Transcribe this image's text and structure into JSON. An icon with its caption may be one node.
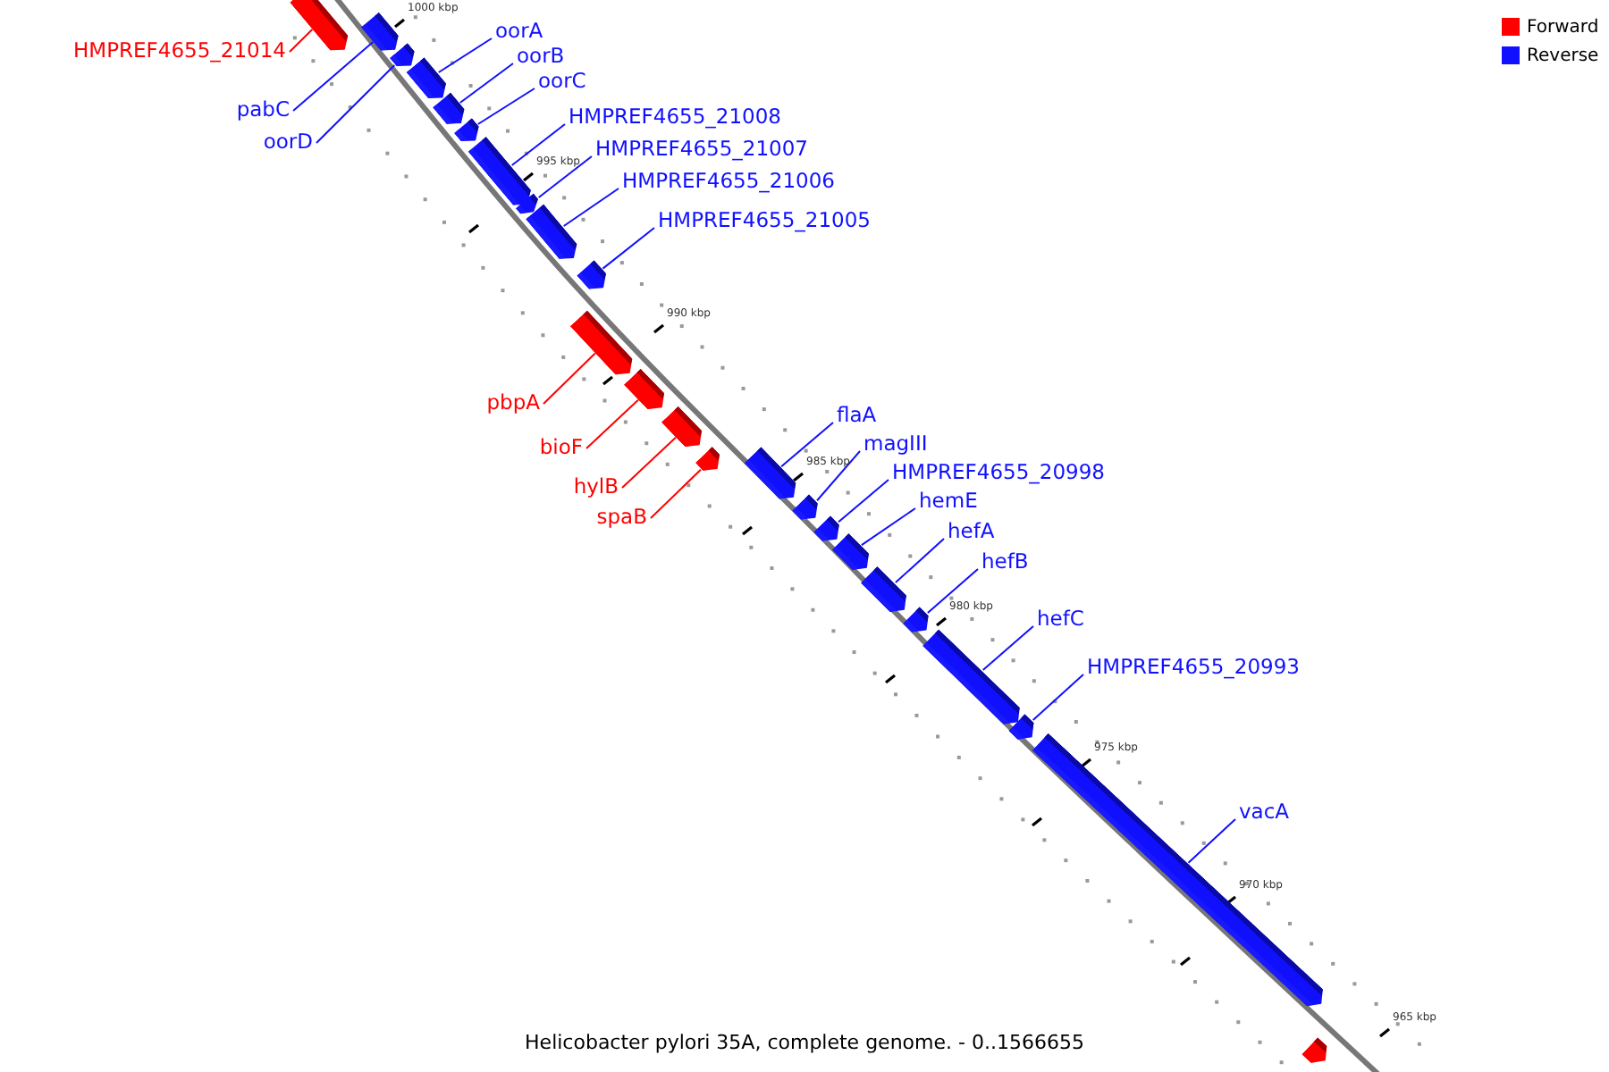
{
  "diagram": {
    "caption": "Helicobacter pylori 35A, complete genome. - 0..1566655",
    "nodes": [
      {
        "text": [
          "HMPREF4655_21014"
        ]
      },
      {
        "text": [
          "pabC"
        ]
      },
      {
        "text": [
          "oorD"
        ]
      },
      {
        "text": [
          "oorA"
        ]
      },
      {
        "text": [
          "oorB"
        ]
      },
      {
        "text": [
          "oorC"
        ]
      },
      {
        "text": [
          "HMPREF4655_21008"
        ]
      },
      {
        "text": [
          "HMPREF4655_21007"
        ]
      },
      {
        "text": [
          "HMPREF4655_21006"
        ]
      },
      {
        "text": [
          "HMPREF4655_21005"
        ]
      },
      {
        "text": [
          "pbpA"
        ]
      },
      {
        "text": [
          "bioF"
        ]
      },
      {
        "text": [
          "hylB"
        ]
      },
      {
        "text": [
          "spaB"
        ]
      },
      {
        "text": [
          "flaA"
        ]
      },
      {
        "text": [
          "magIII"
        ]
      },
      {
        "text": [
          "HMPREF4655_20998"
        ]
      },
      {
        "text": [
          "hemE"
        ]
      },
      {
        "text": [
          "hefA"
        ]
      },
      {
        "text": [
          "hefB"
        ]
      },
      {
        "text": [
          "hefC"
        ]
      },
      {
        "text": [
          "HMPREF4655_20993"
        ]
      },
      {
        "text": [
          "vacA"
        ]
      },
      {
        "text": [],
        "shape": "bar"
      },
      {
        "text": [],
        "shape": "bar"
      },
      {
        "text": [],
        "shape": "bar"
      },
      {
        "text": [],
        "shape": "bar"
      },
      {
        "text": [],
        "shape": "bar"
      },
      {
        "text": [],
        "shape": "bar"
      },
      {
        "text": [],
        "shape": "bar"
      },
      {
        "text": [],
        "shape": "bar"
      },
      {
        "text": [],
        "shape": "bar"
      },
      {
        "text": [],
        "shape": "bar"
      },
      {
        "text": [],
        "shape": "bar"
      },
      {
        "text": [],
        "shape": "bar"
      },
      {
        "text": [],
        "shape": "bar"
      },
      {
        "text": [],
        "shape": "bar"
      },
      {
        "text": [],
        "shape": "bar"
      },
      {
        "text": [],
        "shape": "bar"
      },
      {
        "text": [],
        "shape": "bar"
      },
      {
        "text": [],
        "shape": "bar"
      },
      {
        "text": [],
        "shape": "bar"
      },
      {
        "text": [],
        "shape": "bar"
      },
      {
        "text": [],
        "shape": "bar"
      },
      {
        "text": [],
        "shape": "bar"
      },
      {
        "text": [],
        "shape": "bar"
      },
      {
        "text": [],
        "shape": "bar"
      }
    ],
    "edges": [
      {
        "from": 0,
        "to": 23,
        "arrow": "none",
        "color": "#ff0000"
      },
      {
        "from": 1,
        "to": 24,
        "arrow": "none"
      },
      {
        "from": 2,
        "to": 25,
        "arrow": "none"
      },
      {
        "from": 3,
        "to": 26,
        "arrow": "none"
      },
      {
        "from": 4,
        "to": 27,
        "arrow": "none"
      },
      {
        "from": 5,
        "to": 28,
        "arrow": "none"
      },
      {
        "from": 6,
        "to": 29,
        "arrow": "none"
      },
      {
        "from": 7,
        "to": 30,
        "arrow": "none"
      },
      {
        "from": 8,
        "to": 31,
        "arrow": "none"
      },
      {
        "from": 9,
        "to": 32,
        "arrow": "none"
      },
      {
        "from": 10,
        "to": 33,
        "arrow": "none",
        "color": "#ff0000"
      },
      {
        "from": 11,
        "to": 34,
        "arrow": "none",
        "color": "#ff0000"
      },
      {
        "from": 12,
        "to": 35,
        "arrow": "none",
        "color": "#ff0000"
      },
      {
        "from": 13,
        "to": 36,
        "arrow": "none",
        "color": "#ff0000"
      },
      {
        "from": 14,
        "to": 37,
        "arrow": "none"
      },
      {
        "from": 15,
        "to": 38,
        "arrow": "none"
      },
      {
        "from": 16,
        "to": 39,
        "arrow": "none"
      },
      {
        "from": 17,
        "to": 40,
        "arrow": "none"
      },
      {
        "from": 18,
        "to": 41,
        "arrow": "none"
      },
      {
        "from": 19,
        "to": 42,
        "arrow": "none"
      },
      {
        "from": 20,
        "to": 43,
        "arrow": "none"
      },
      {
        "from": 21,
        "to": 44,
        "arrow": "none"
      },
      {
        "from": 22,
        "to": 45,
        "arrow": "none"
      }
    ],
    "labels": [
      "1000 kbp",
      "995 kbp",
      "990 kbp",
      "985 kbp",
      "980 kbp",
      "975 kbp",
      "970 kbp",
      "965 kbp"
    ],
    "legend": [
      {
        "text": "Forward",
        "color": "#ff0000"
      },
      {
        "text": "Reverse",
        "color": "#1010ff"
      }
    ]
  }
}
